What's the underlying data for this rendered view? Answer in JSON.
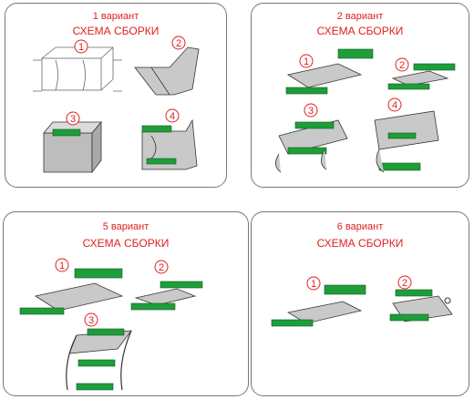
{
  "panels": [
    {
      "title": "1 вариант",
      "subtitle": "СХЕМА СБОРКИ",
      "steps": [
        "1",
        "2",
        "3",
        "4"
      ]
    },
    {
      "title": "2 вариант",
      "subtitle": "СХЕМА СБОРКИ",
      "steps": [
        "1",
        "2",
        "3",
        "4"
      ]
    },
    {
      "title": "5 вариант",
      "subtitle": "СХЕМА СБОРКИ",
      "steps": [
        "1",
        "2",
        "3"
      ]
    },
    {
      "title": "6 вариант",
      "subtitle": "СХЕМА СБОРКИ",
      "steps": [
        "1",
        "2"
      ]
    }
  ],
  "colors": {
    "accent": "#e02020",
    "panel_green": "#1f9d3a",
    "metal": "#c9c9c9",
    "metal_dark": "#8a8a8a",
    "outline": "#333333"
  }
}
